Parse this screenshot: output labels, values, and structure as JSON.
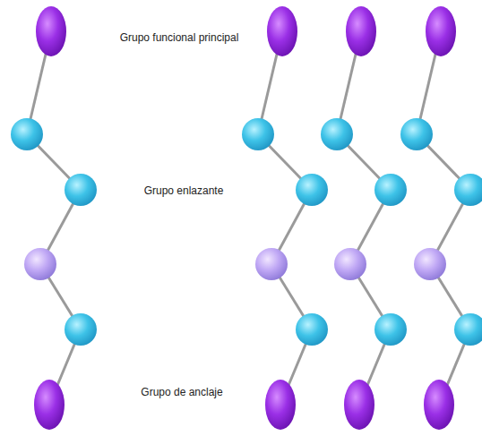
{
  "diagram": {
    "labels": [
      "Grupo funcional principal",
      "Grupo enlazante",
      "Grupo de anclaje"
    ]
  }
}
